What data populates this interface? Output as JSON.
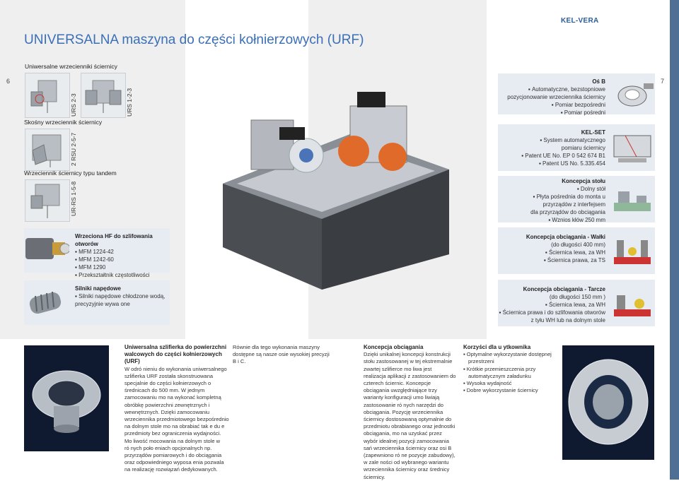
{
  "header": {
    "brand": "KEL-VERA",
    "title": "UNIVERSALNA maszyna do części kołnierzowych (URF)",
    "page_left": "6",
    "page_right": "7"
  },
  "left": {
    "section1_title": "Uniwersalne wrzecienniki ściernicy",
    "thumb1_label": "URS 2-3",
    "thumb2_label": "URS 1-2-3",
    "section2_title": "Skośny wrzeciennik ściernicy",
    "thumb3_label": "2 RSU 2-5-7",
    "section3_title": "Wrzeciennik ściernicy typu tandem",
    "thumb4_label": "UR-RS 1-5-8",
    "hf": {
      "title": "Wrzeciona HF do szlifowania otworów",
      "items": [
        "MFM 1224-42",
        "MFM 1242-60",
        "MFM 1290",
        "Przekształtnik częstotliwości"
      ]
    },
    "motors": {
      "title": "Silniki napędowe",
      "text1": "Silniki napędowe chłodzone wodą,",
      "text2": "precyzyjnie wywa one"
    }
  },
  "right": {
    "osb": {
      "title": "Oś B",
      "line1": "Automatyczne, bezstopniowe",
      "line2": "pozycjonowanie wrzeciennika ściernicy",
      "item1": "Pomiar bezpośredni",
      "item2": "Pomiar pośredni"
    },
    "kelset": {
      "title": "KEL-SET",
      "line1": "System automatycznego",
      "line2": "pomiaru ściernicy",
      "item1": "Patent UE No. EP 0 542 674 B1",
      "item2": "Patent US No. 5.335.454"
    },
    "stol": {
      "title": "Koncepcja stołu",
      "item1": "Dolny stół",
      "line1": "Płyta pośrednia do monta u",
      "line2": "przyrządów z interfejsem",
      "line3": "dla przyrządów do obciągania",
      "item2": "Wznios kłów 250 mm"
    },
    "walki": {
      "title": "Koncepcja obciągania - Wałki",
      "sub": "(do długości 400 mm)",
      "item1": "Ściernica lewa, za WH",
      "item2": "Ściernica prawa, za TS"
    },
    "tarcze": {
      "title": "Koncepcja obciągania - Tarcze",
      "sub": "(do długości 150 mm )",
      "item1": "Ściernica lewa, za WH",
      "item2": "Ściernica prawa i do szlifowania otworów",
      "line3": "z tyłu WH lub na dolnym stole"
    }
  },
  "bottom": {
    "col1": {
      "title1": "Uniwersalna szlifierka do powierzchni",
      "title2": "walcowych do części kołnierzowych",
      "title3": "(URF)",
      "lines": [
        "W odró nieniu do wykonania uniwersalnego",
        "szlifierka URF została skonstruowana",
        "specjalnie do części kołnierzowych o",
        "średnicach do 500 mm. W jednym",
        "zamocowaniu mo na wykonać kompletną",
        "obróbkę powierzchni zewnętrznych i",
        "wewnętrznych. Dzięki zamocowaniu",
        "wrzeciennika przedmiotowego bezpośrednio",
        "na dolnym stole mo na obrabiać tak e du e",
        "przedmioty bez ograniczenia wydajności.",
        "Mo liwość mocowania na dolnym stole w",
        "ró nych poło eniach opcjonalnych np.",
        "przyrządów pomiarowych i do obciągania",
        "oraz odpowiedniego wyposa enia pozwala",
        "na realizację rozwiązań dedykowanych."
      ]
    },
    "col2": {
      "lines": [
        "Równie dla tego wykonania maszyny",
        "dostępne są nasze osie wysokiej precyzji",
        "B i C."
      ]
    },
    "col3": {
      "title": "Koncepcja obciągania",
      "lines": [
        "Dzięki unikalnej koncepcji konstrukcji",
        "stołu zastosowanej w tej ekstremalnie",
        "zwartej szlifierce mo liwa jest",
        "realizacja aplikacji z zastosowaniem do",
        "czterech ściernic. Koncepcje",
        "obciągania uwzględniające trzy",
        "warianty konfiguracji umo liwiają",
        "zastosowanie ró nych narzędzi do",
        "obciągania. Pozycję wrzeciennika",
        "ściernicy dostosowaną optymalnie do",
        "przedmiotu obrabianego oraz jednostki",
        "obciągania, mo na uzyskać przez",
        "wybór idealnej pozycji zamocowania",
        "sań wrzeciennika ściernicy oraz osi B",
        "(zapewniono ró ne pozycje zabudowy),",
        "w zale ności od wybranego wariantu",
        "wrzeciennika ściernicy oraz średnicy",
        "ściernicy."
      ]
    },
    "col4": {
      "title": "Korzyści dla u ytkownika",
      "items": [
        "Optymalne wykorzystanie dostępnej",
        "Krótkie przemieszczenia przy",
        "Wysoka wydajność",
        "Dobre wykorzystanie ściernicy"
      ],
      "cont1": "przestrzeni",
      "cont2": "automatycznym załadunku"
    }
  },
  "colors": {
    "title_blue": "#3b6fb6",
    "box_bg": "#e7ecf2",
    "sidebar": "#4f6f95",
    "wheel_orange": "#e06a2a"
  }
}
